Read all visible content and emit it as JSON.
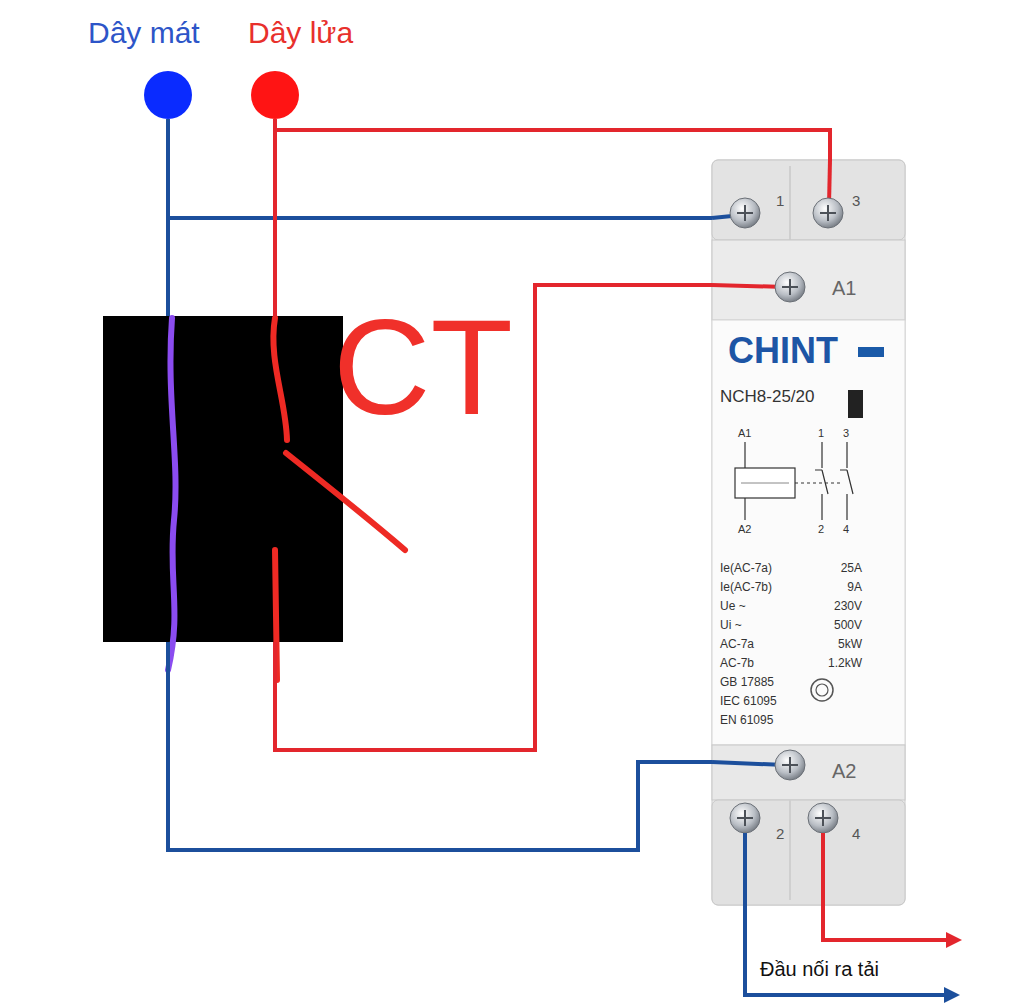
{
  "diagram": {
    "nodes": [
      {
        "text": [
          "Dây mát"
        ]
      },
      {
        "text": [
          "Dây lửa"
        ]
      },
      {
        "text": [
          "CT"
        ]
      },
      {
        "text": [
          "CHINT",
          "NCH8-25/20"
        ]
      }
    ],
    "edges": [
      {
        "from": 0,
        "to": 3,
        "arrow": "none"
      },
      {
        "from": 1,
        "to": 3,
        "arrow": "none"
      },
      {
        "from": 1,
        "to": 2,
        "arrow": "none"
      },
      {
        "from": 2,
        "to": 3,
        "arrow": "none"
      },
      {
        "from": 0,
        "to": 2,
        "arrow": "none"
      },
      {
        "from": 2,
        "to": 3,
        "arrow": "none"
      }
    ],
    "labels": [
      "1",
      "3",
      "A1",
      "A1",
      "1",
      "3",
      "A2",
      "2",
      "4",
      "Ie(AC-7a)",
      "25A",
      "Ie(AC-7b)",
      "9A",
      "Ue ~",
      "230V",
      "Ui ~",
      "500V",
      "AC-7a",
      "5kW",
      "AC-7b",
      "1.2kW",
      "GB 17885",
      "IEC 61095",
      "EN 61095",
      "A2",
      "2",
      "4",
      "Đầu nối ra tải"
    ]
  }
}
